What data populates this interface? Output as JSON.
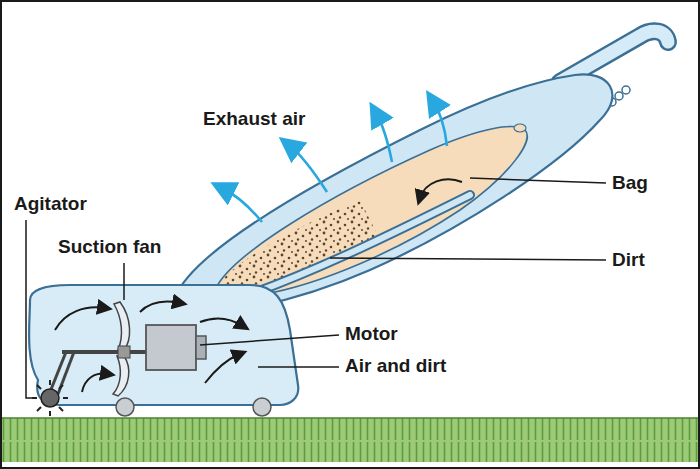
{
  "diagram": {
    "labels": [
      "Exhaust air",
      "Agitator",
      "Suction fan",
      "Bag",
      "Dirt",
      "Motor",
      "Air and dirt"
    ]
  }
}
